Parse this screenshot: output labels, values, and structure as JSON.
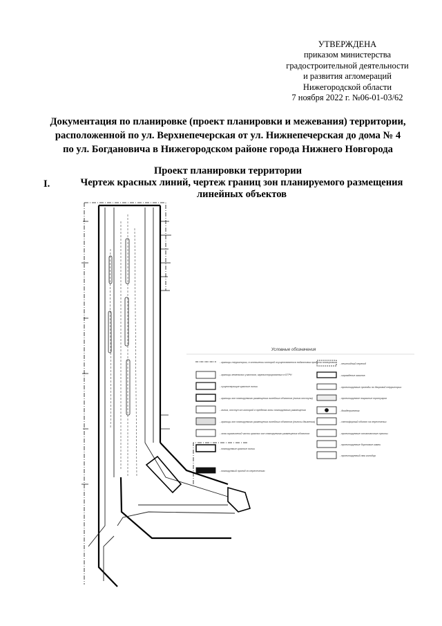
{
  "approval": {
    "lines": [
      "УТВЕРЖДЕНА",
      "приказом министерства",
      "градостроительной деятельности",
      "и развития агломераций",
      "Нижегородской области",
      "7 ноября 2022 г. №06-01-03/62"
    ]
  },
  "document": {
    "title_lines": [
      "Документация по планировке (проект планировки и межевания) территории,",
      "расположенной по ул. Верхнепечерская от ул. Нижнепечерская до дома № 4",
      "по ул. Богдановича в Нижегородском районе города Нижнего Новгорода"
    ]
  },
  "section": {
    "title": "Проект планировки территории",
    "number": "I.",
    "subtitle_lines": [
      "Чертеж красных линий, чертеж границ зон планируемого размещения",
      "линейных объектов"
    ]
  },
  "legend": {
    "title": "Условные обозначения",
    "left_items": [
      "- границы территории, в отношении которой осуществляется подготовка проекта планировки",
      "- границы земельных участков, зарегистрированных в ЕГРН",
      "- существующие красные линии",
      "- границы зон планируемого размещения линейных объектов (линия отступа)",
      "- линия, отступ от которой в пределах зоны планируемого размещения",
      "- границы зон планируемого размещения линейных объектов (полосы движения)",
      "- зона ограничений части красных зон планируемого размещения объектов",
      "- планируемые красные линии",
      "- планируемый проезд по пересечению"
    ],
    "right_items": [
      "- пешеходный переход",
      "- ограждение газонов",
      "- проектируемые проезды по дворовой территории",
      "- проектируемое покрытие тротуаров",
      "- дождеприемник",
      "- светофорный объект на пересечении",
      "- проектируемые остановочные пункты",
      "- проектируемые бортовые камни",
      "- проектируемый люк колодца"
    ]
  }
}
